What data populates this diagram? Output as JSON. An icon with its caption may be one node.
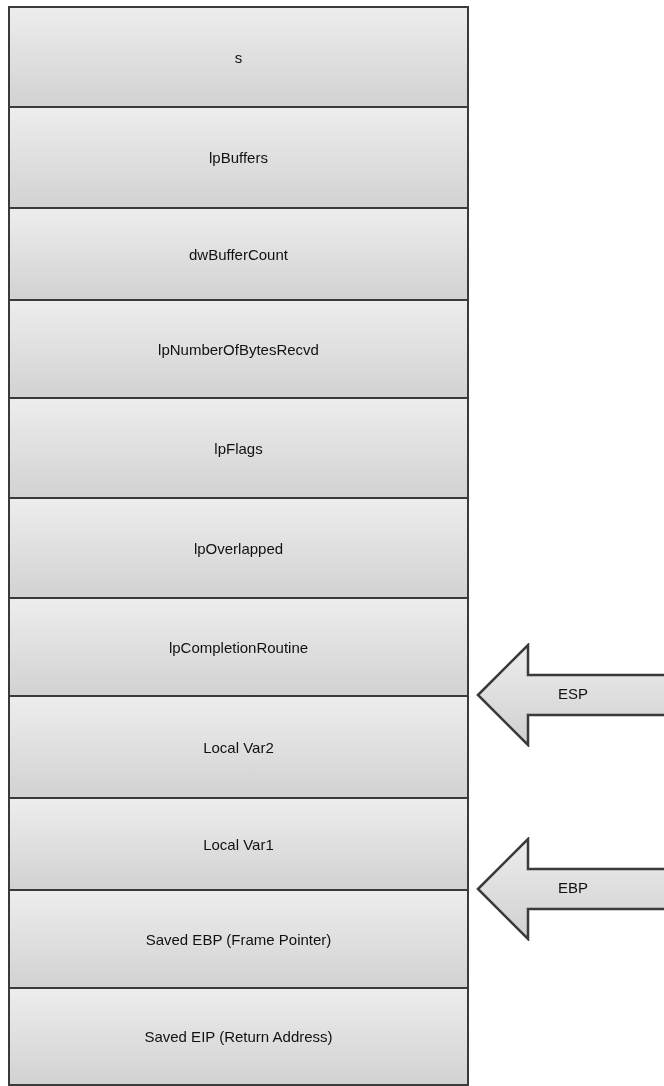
{
  "diagram": {
    "nodes": [
      {
        "text": [
          "s"
        ]
      },
      {
        "text": [
          "lpBuffers"
        ]
      },
      {
        "text": [
          "dwBufferCount"
        ]
      },
      {
        "text": [
          "lpNumberOfBytesRecvd"
        ]
      },
      {
        "text": [
          "lpFlags"
        ]
      },
      {
        "text": [
          "lpOverlapped"
        ]
      },
      {
        "text": [
          "lpCompletionRoutine"
        ]
      },
      {
        "text": [
          "Local Var2"
        ]
      },
      {
        "text": [
          "Local Var1"
        ]
      },
      {
        "text": [
          "Saved EBP (Frame Pointer)"
        ]
      },
      {
        "text": [
          "Saved EIP (Return Address)"
        ]
      },
      {
        "text": [
          "ESP"
        ]
      },
      {
        "text": [
          "EBP"
        ]
      }
    ]
  }
}
